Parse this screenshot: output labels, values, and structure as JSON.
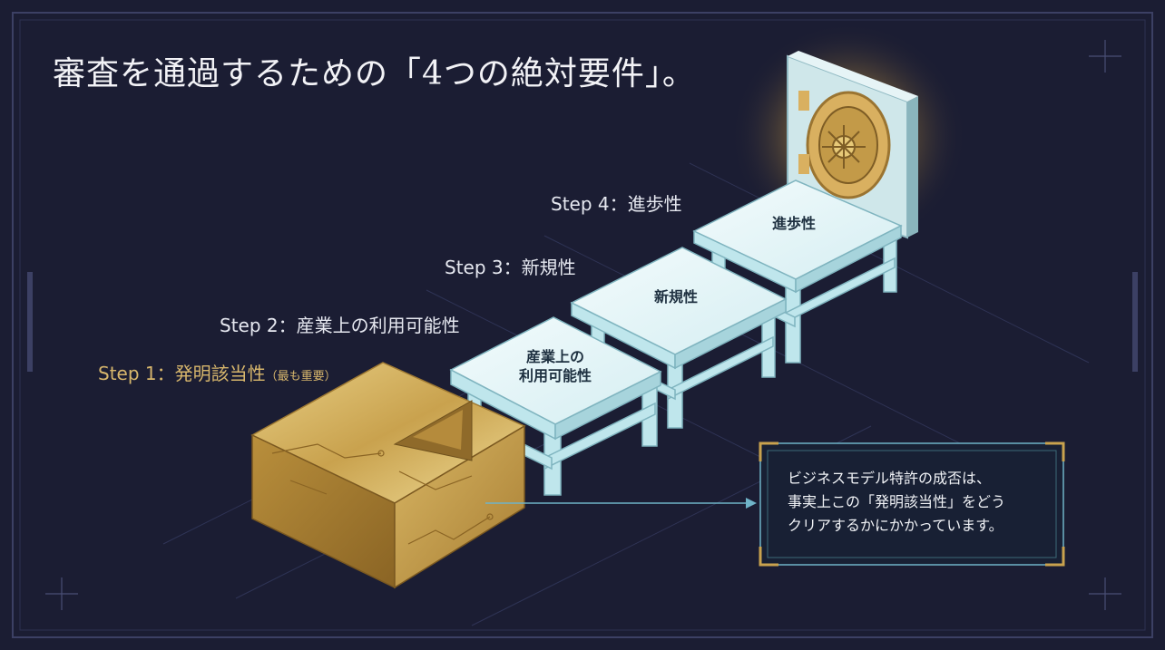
{
  "title": "審査を通過するための「4つの絶対要件」。",
  "steps": [
    {
      "label": "Step 1：発明該当性",
      "note": "（最も重要）",
      "color": "#d7b66c"
    },
    {
      "label": "Step 2：産業上の利用可能性",
      "color": "#e6e8f0"
    },
    {
      "label": "Step 3：新規性",
      "color": "#e6e8f0"
    },
    {
      "label": "Step 4：進歩性",
      "color": "#e6e8f0"
    }
  ],
  "tables": [
    {
      "line1": "産業上の",
      "line2": "利用可能性"
    },
    {
      "line1": "新規性"
    },
    {
      "line1": "進歩性"
    }
  ],
  "callout": {
    "lines": [
      "ビジネスモデル特許の成否は、",
      "事実上この「発明該当性」をどう",
      "クリアするかにかかっています。"
    ]
  },
  "colors": {
    "background": "#1b1d33",
    "gold": "#d7b66c",
    "ice": "#bfe6ec",
    "accent_line": "#6fb3c8"
  }
}
